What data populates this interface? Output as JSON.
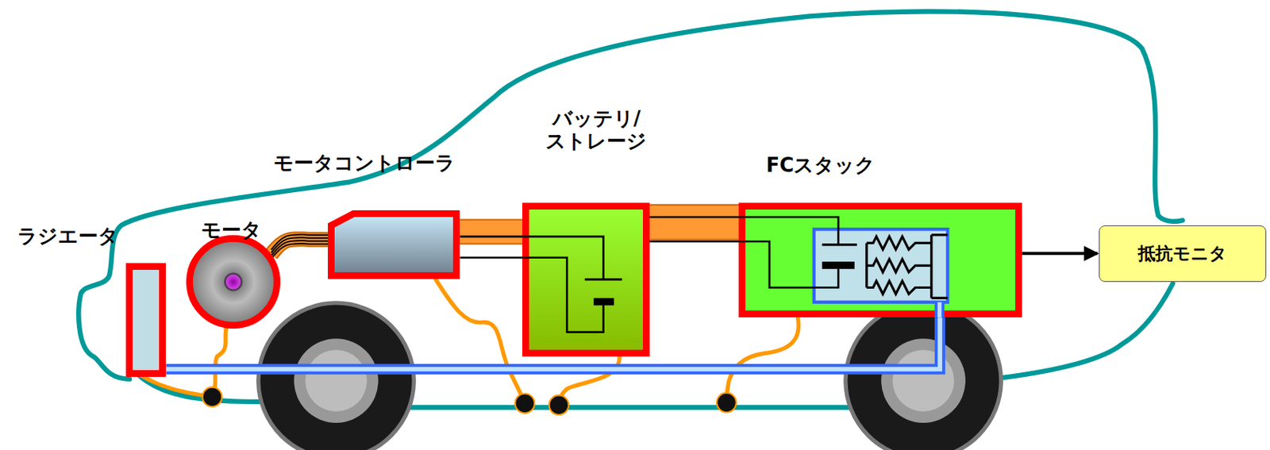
{
  "diagram": {
    "nodes": [
      {
        "text": [
          "ラジエータ"
        ]
      },
      {
        "text": [
          "モータ"
        ]
      },
      {
        "text": [
          "モータコントローラ"
        ]
      },
      {
        "text": [
          "バッテリ/ ストレージ"
        ]
      },
      {
        "text": [
          "FCスタック"
        ]
      },
      {
        "text": [
          "抵抗モニタ"
        ]
      }
    ],
    "edges": [
      {
        "from": 1,
        "to": 2,
        "arrow": "none"
      },
      {
        "from": 2,
        "to": 3,
        "arrow": "none"
      },
      {
        "from": 3,
        "to": 4,
        "arrow": "none"
      },
      {
        "from": 4,
        "to": 0,
        "arrow": "none"
      },
      {
        "from": 4,
        "to": 5,
        "arrow": "to"
      }
    ]
  }
}
